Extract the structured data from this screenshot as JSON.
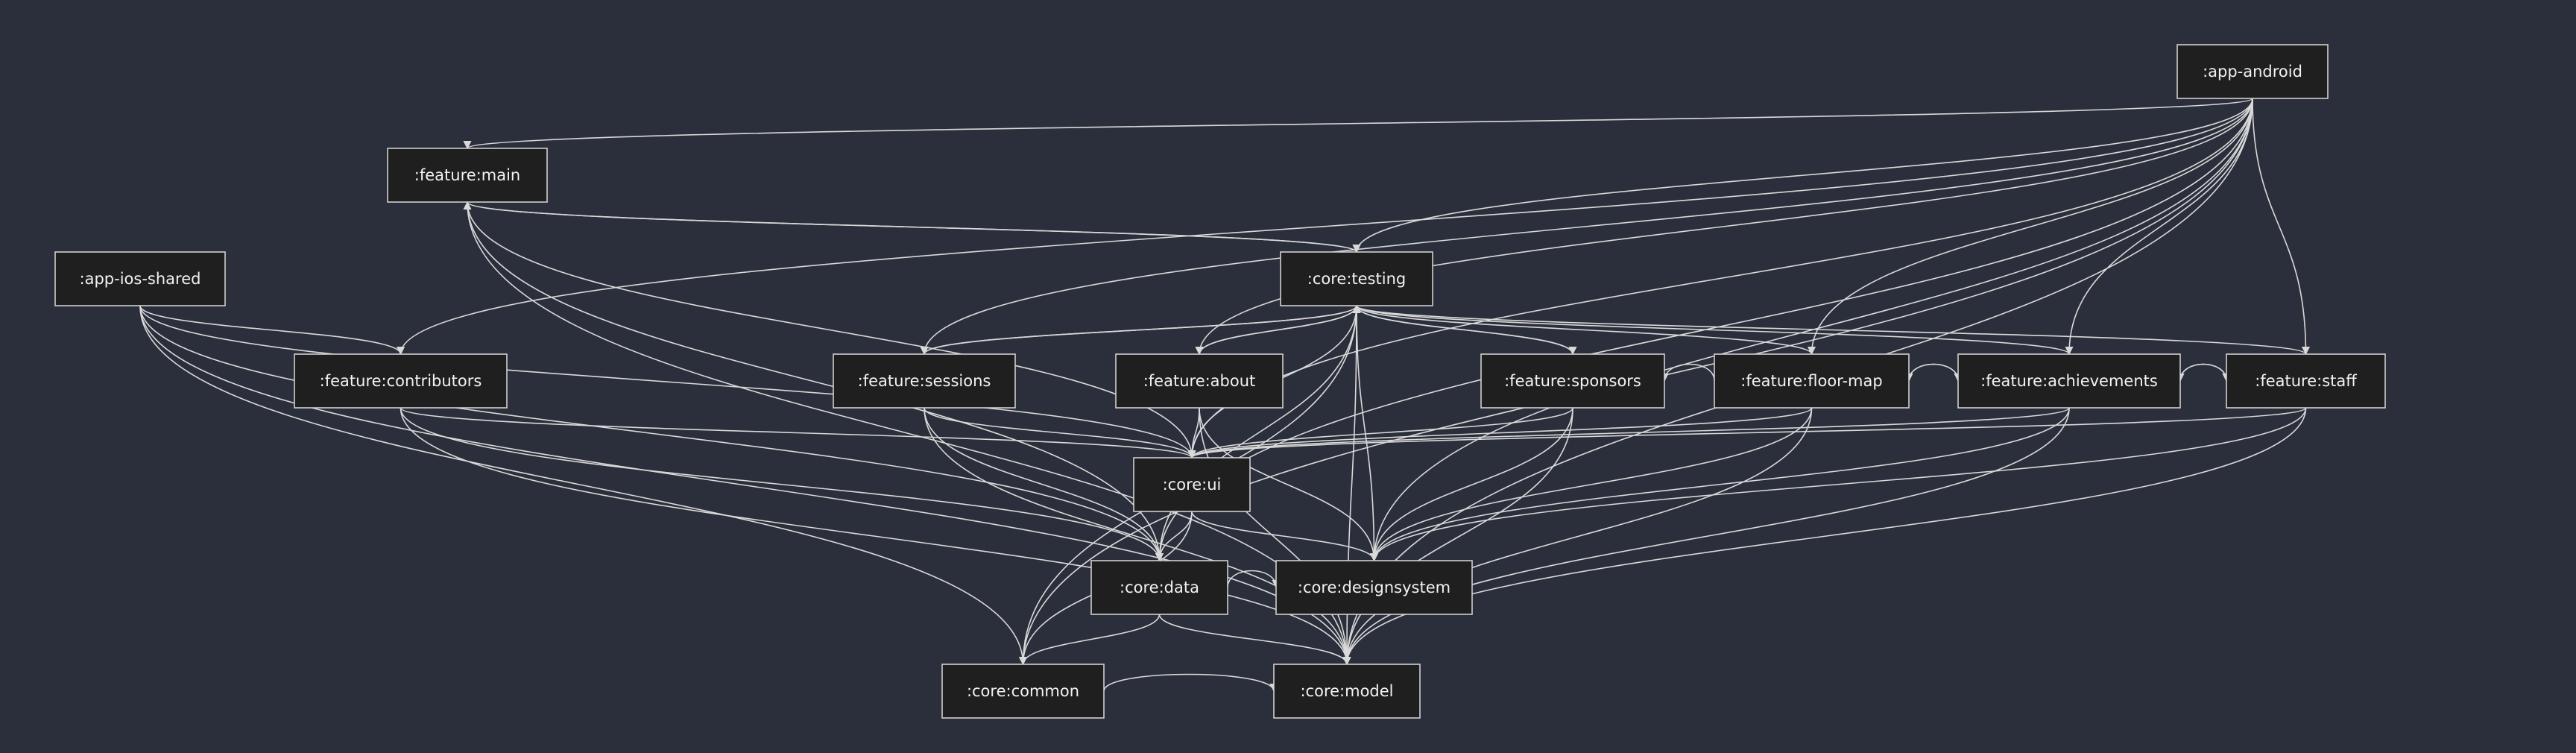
{
  "nodes": [
    {
      "id": "app_android",
      "label": ":app-android"
    },
    {
      "id": "feature_main",
      "label": ":feature:main"
    },
    {
      "id": "app_ios_shared",
      "label": ":app-ios-shared"
    },
    {
      "id": "core_testing",
      "label": ":core:testing"
    },
    {
      "id": "feature_contributors",
      "label": ":feature:contributors"
    },
    {
      "id": "feature_sessions",
      "label": ":feature:sessions"
    },
    {
      "id": "feature_about",
      "label": ":feature:about"
    },
    {
      "id": "feature_sponsors",
      "label": ":feature:sponsors"
    },
    {
      "id": "feature_floor_map",
      "label": ":feature:floor-map"
    },
    {
      "id": "feature_achievements",
      "label": ":feature:achievements"
    },
    {
      "id": "feature_staff",
      "label": ":feature:staff"
    },
    {
      "id": "core_ui",
      "label": ":core:ui"
    },
    {
      "id": "core_data",
      "label": ":core:data"
    },
    {
      "id": "core_designsystem",
      "label": ":core:designsystem"
    },
    {
      "id": "core_common",
      "label": ":core:common"
    },
    {
      "id": "core_model",
      "label": ":core:model"
    }
  ],
  "edges": [
    [
      "app_android",
      "feature_main"
    ],
    [
      "app_android",
      "feature_contributors"
    ],
    [
      "app_android",
      "feature_sessions"
    ],
    [
      "app_android",
      "feature_about"
    ],
    [
      "app_android",
      "feature_floor_map"
    ],
    [
      "app_android",
      "feature_achievements"
    ],
    [
      "app_android",
      "feature_staff"
    ],
    [
      "app_android",
      "core_testing"
    ],
    [
      "app_android",
      "core_ui"
    ],
    [
      "app_android",
      "core_data"
    ],
    [
      "app_android",
      "core_designsystem"
    ],
    [
      "app_android",
      "core_model"
    ],
    [
      "app_android",
      "core_common"
    ],
    [
      "feature_main",
      "core_testing"
    ],
    [
      "feature_main",
      "core_ui"
    ],
    [
      "feature_main",
      "core_data"
    ],
    [
      "feature_main",
      "core_model"
    ],
    [
      "app_ios_shared",
      "feature_contributors"
    ],
    [
      "app_ios_shared",
      "core_ui"
    ],
    [
      "app_ios_shared",
      "core_data"
    ],
    [
      "app_ios_shared",
      "core_common"
    ],
    [
      "app_ios_shared",
      "core_model"
    ],
    [
      "core_testing",
      "feature_main"
    ],
    [
      "core_testing",
      "feature_sessions"
    ],
    [
      "core_testing",
      "feature_about"
    ],
    [
      "core_testing",
      "feature_sponsors"
    ],
    [
      "core_testing",
      "core_ui"
    ],
    [
      "core_testing",
      "core_data"
    ],
    [
      "core_testing",
      "core_designsystem"
    ],
    [
      "core_testing",
      "core_model"
    ],
    [
      "core_testing",
      "core_common"
    ],
    [
      "feature_contributors",
      "core_ui"
    ],
    [
      "feature_contributors",
      "core_data"
    ],
    [
      "feature_contributors",
      "core_model"
    ],
    [
      "feature_sessions",
      "core_testing"
    ],
    [
      "feature_sessions",
      "core_ui"
    ],
    [
      "feature_sessions",
      "core_data"
    ],
    [
      "feature_sessions",
      "core_model"
    ],
    [
      "feature_about",
      "core_testing"
    ],
    [
      "feature_about",
      "core_ui"
    ],
    [
      "feature_about",
      "core_designsystem"
    ],
    [
      "feature_about",
      "core_model"
    ],
    [
      "feature_sponsors",
      "core_testing"
    ],
    [
      "feature_sponsors",
      "core_ui"
    ],
    [
      "feature_sponsors",
      "core_designsystem"
    ],
    [
      "feature_sponsors",
      "core_model"
    ],
    [
      "feature_floor_map",
      "feature_sponsors"
    ],
    [
      "feature_floor_map",
      "feature_achievements"
    ],
    [
      "feature_floor_map",
      "core_testing"
    ],
    [
      "feature_floor_map",
      "core_ui"
    ],
    [
      "feature_floor_map",
      "core_designsystem"
    ],
    [
      "feature_floor_map",
      "core_model"
    ],
    [
      "feature_achievements",
      "feature_floor_map"
    ],
    [
      "feature_achievements",
      "feature_staff"
    ],
    [
      "feature_achievements",
      "core_testing"
    ],
    [
      "feature_achievements",
      "core_ui"
    ],
    [
      "feature_achievements",
      "core_designsystem"
    ],
    [
      "feature_achievements",
      "core_model"
    ],
    [
      "feature_staff",
      "feature_achievements"
    ],
    [
      "feature_staff",
      "core_testing"
    ],
    [
      "feature_staff",
      "core_ui"
    ],
    [
      "feature_staff",
      "core_designsystem"
    ],
    [
      "feature_staff",
      "core_model"
    ],
    [
      "core_ui",
      "core_data"
    ],
    [
      "core_ui",
      "core_designsystem"
    ],
    [
      "core_ui",
      "core_common"
    ],
    [
      "core_data",
      "core_designsystem"
    ],
    [
      "core_data",
      "core_common"
    ],
    [
      "core_data",
      "core_model"
    ],
    [
      "core_common",
      "core_model"
    ]
  ]
}
